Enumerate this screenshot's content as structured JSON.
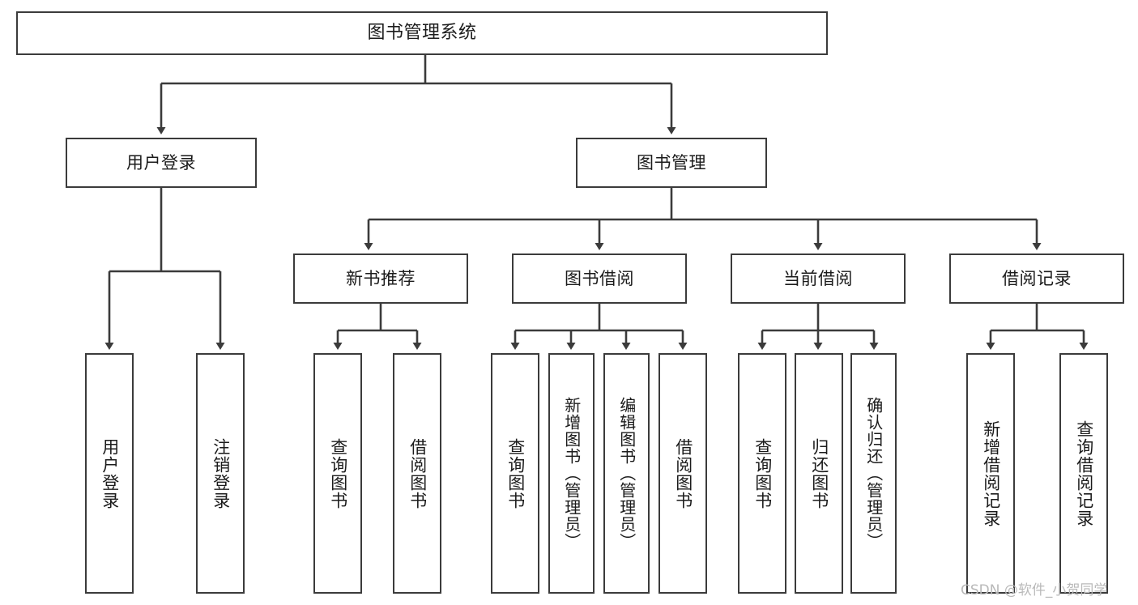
{
  "diagram": {
    "title": "图书管理系统",
    "watermark": "CSDN @软件_小贺同学",
    "line_color": "#3b3b3b",
    "box_fill": "#ffffff",
    "text_color": "#1b1b1b",
    "watermark_color": "#b9b9b9"
  },
  "nodes": {
    "root": {
      "label": "图书管理系统"
    },
    "level2": [
      {
        "label": "用户登录"
      },
      {
        "label": "图书管理"
      }
    ],
    "level3": [
      {
        "label": "新书推荐"
      },
      {
        "label": "图书借阅"
      },
      {
        "label": "当前借阅"
      },
      {
        "label": "借阅记录"
      }
    ],
    "login_children": [
      {
        "label": "用户登录"
      },
      {
        "label": "注销登录"
      }
    ],
    "newbook_children": [
      {
        "label": "查询图书"
      },
      {
        "label": "借阅图书"
      }
    ],
    "borrow_children": [
      {
        "label": "查询图书"
      },
      {
        "label": "新增图书（管理员）"
      },
      {
        "label": "编辑图书（管理员）"
      },
      {
        "label": "借阅图书"
      }
    ],
    "current_children": [
      {
        "label": "查询图书"
      },
      {
        "label": "归还图书"
      },
      {
        "label": "确认归还（管理员）"
      }
    ],
    "record_children": [
      {
        "label": "新增借阅记录"
      },
      {
        "label": "查询借阅记录"
      }
    ]
  }
}
